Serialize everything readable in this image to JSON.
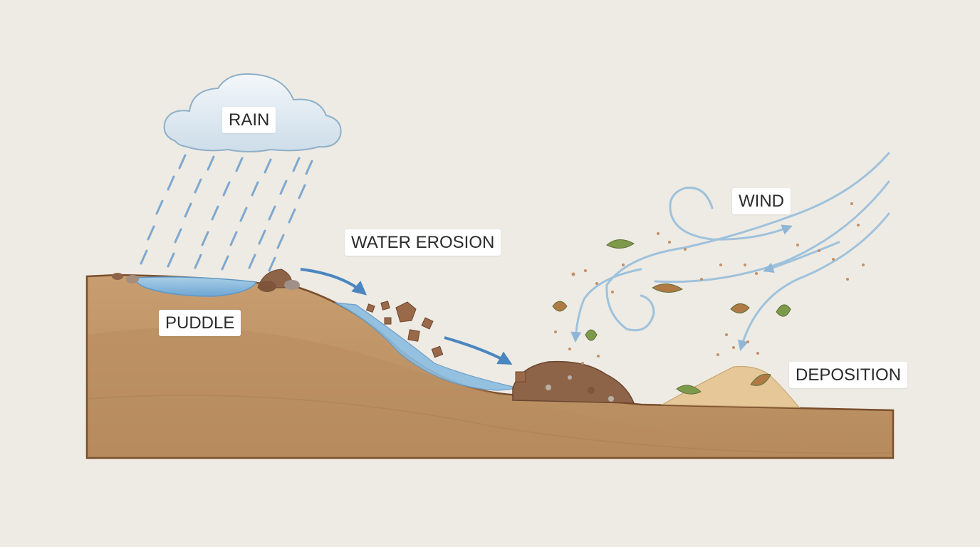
{
  "labels": {
    "rain": "RAIN",
    "puddle": "PUDDLE",
    "water_erosion": "WATER EROSION",
    "wind": "WIND",
    "deposition": "DEPOSITION"
  },
  "colors": {
    "background": "#eeebe4",
    "soil": "#c49a6c",
    "soil_outline": "#7a4f2d",
    "water": "#7fb4dc",
    "cloud": "#dfeaf2",
    "arrow": "#4a86c0",
    "sand": "#e6c898",
    "leaf_green": "#7d9a4a",
    "leaf_brown": "#b07a44"
  },
  "icons": [
    "cloud-icon",
    "rain-drops",
    "puddle",
    "rock",
    "water-stream",
    "flow-arrow",
    "wind-swirl",
    "leaf",
    "sand-pile",
    "debris-pile"
  ]
}
